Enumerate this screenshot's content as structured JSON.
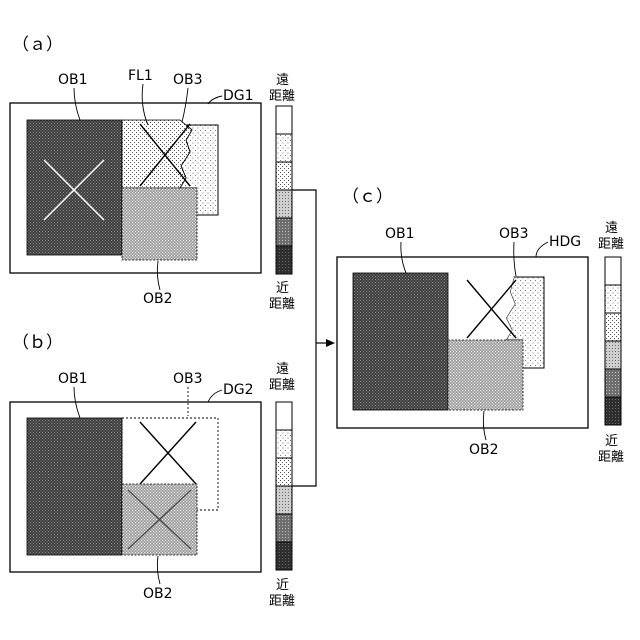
{
  "panels": {
    "a": {
      "label": "（ａ）",
      "objects": {
        "ob1": "OB1",
        "ob2": "OB2",
        "ob3": "OB3"
      },
      "fill_label": "FL1",
      "image_label": "DG1",
      "scale": {
        "far": [
          "遠",
          "距離"
        ],
        "near": [
          "近",
          "距離"
        ]
      }
    },
    "b": {
      "label": "（ｂ）",
      "objects": {
        "ob1": "OB1",
        "ob2": "OB2",
        "ob3": "OB3"
      },
      "image_label": "DG2",
      "scale": {
        "far": [
          "遠",
          "距離"
        ],
        "near": [
          "近",
          "距離"
        ]
      }
    },
    "c": {
      "label": "（ｃ）",
      "objects": {
        "ob1": "OB1",
        "ob2": "OB2",
        "ob3": "OB3"
      },
      "image_label": "HDG",
      "scale": {
        "far": [
          "遠",
          "距離"
        ],
        "near": [
          "近",
          "距離"
        ]
      }
    }
  }
}
